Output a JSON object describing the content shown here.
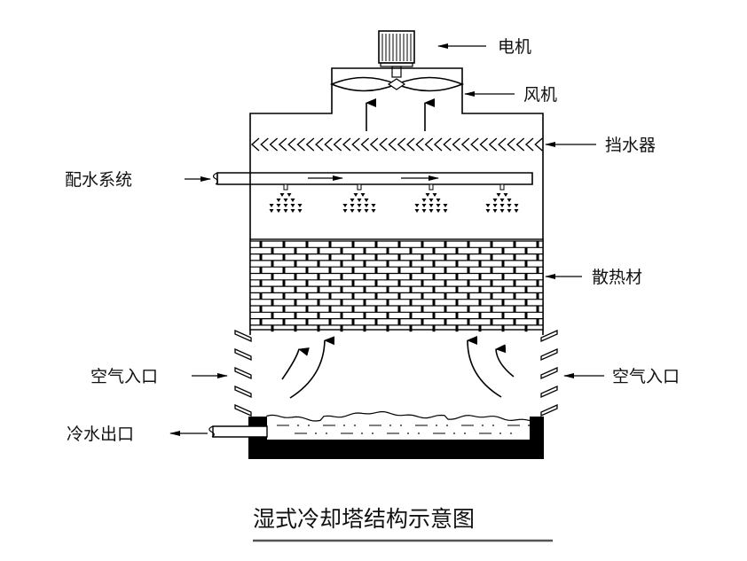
{
  "diagram": {
    "title": "湿式冷却塔结构示意图",
    "labels": {
      "motor": "电机",
      "fan": "风机",
      "drift_eliminator": "挡水器",
      "water_distribution": "配水系统",
      "fill": "散热材",
      "air_inlet_left": "空气入口",
      "air_inlet_right": "空气入口",
      "cold_water_outlet": "冷水出口"
    },
    "colors": {
      "line": "#000000",
      "background": "#ffffff",
      "title_underline": "#555555"
    }
  }
}
